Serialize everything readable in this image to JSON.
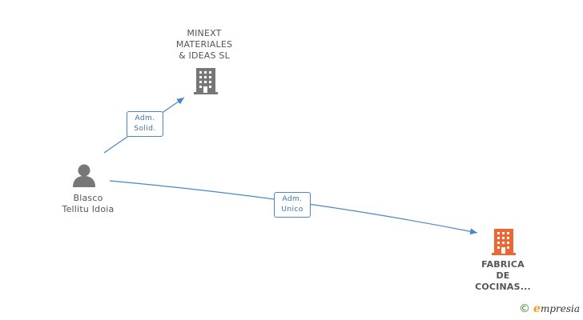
{
  "colors": {
    "edge": "#4a86c8",
    "person": "#777777",
    "company_gray": "#777777",
    "company_orange": "#ee6633"
  },
  "nodes": [
    {
      "id": "minext",
      "type": "company",
      "label": "MINEXT\nMATERIALES\n& IDEAS  SL",
      "icon": "building-icon"
    },
    {
      "id": "blasco",
      "type": "person",
      "label": "Blasco\nTellitu Idoia",
      "icon": "person-icon"
    },
    {
      "id": "fabrica",
      "type": "company",
      "label": "FABRICA\nDE\nCOCINAS...",
      "icon": "building-icon",
      "highlight": true
    }
  ],
  "edges": [
    {
      "from": "blasco",
      "to": "minext",
      "label": "Adm.\nSolid."
    },
    {
      "from": "blasco",
      "to": "fabrica",
      "label": "Adm.\nUnico"
    }
  ],
  "footer": {
    "copyright": "©",
    "brand_initial": "e",
    "brand_rest": "mpresia"
  }
}
